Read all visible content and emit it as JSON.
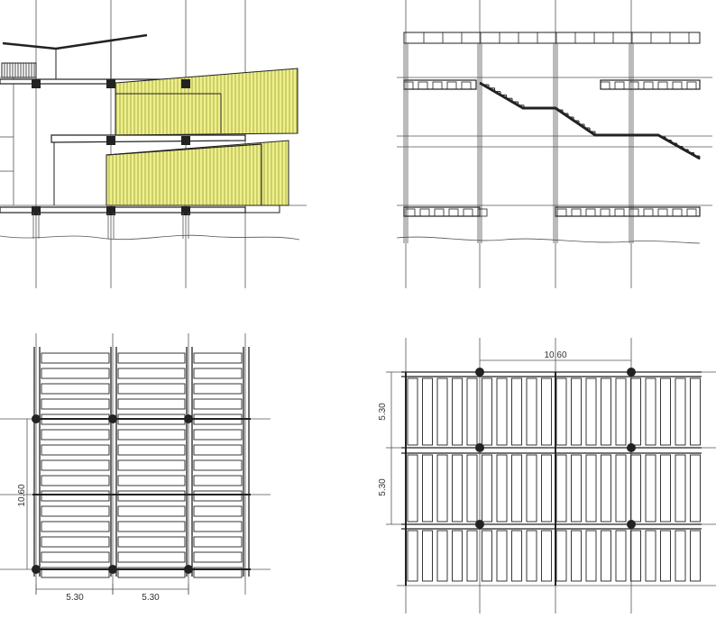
{
  "colors": {
    "line": "#222222",
    "thin": "#555555",
    "cladding": "#eef08a",
    "cladding_stripe": "#9a9c3a",
    "background": "#ffffff"
  },
  "dimensions": {
    "bl_vertical": "10.60",
    "bl_bottom_left": "5.30",
    "bl_bottom_right": "5.30",
    "br_top": "10.60",
    "br_left_upper": "5.30",
    "br_left_lower": "5.30"
  }
}
